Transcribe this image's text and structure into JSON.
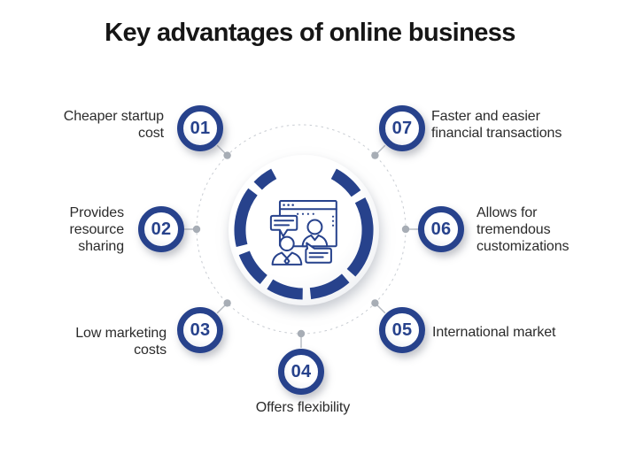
{
  "title": "Key advantages of online business",
  "items": [
    {
      "number": "01",
      "label": "Cheaper startup cost"
    },
    {
      "number": "02",
      "label": "Provides resource sharing"
    },
    {
      "number": "03",
      "label": "Low marketing costs"
    },
    {
      "number": "04",
      "label": "Offers flexibility"
    },
    {
      "number": "05",
      "label": "International market"
    },
    {
      "number": "06",
      "label": "Allows for tremendous customizations"
    },
    {
      "number": "07",
      "label": "Faster and easier financial transactions"
    }
  ],
  "center": {
    "icon": "online-video-chat-icon"
  },
  "colors": {
    "navy": "#27428C",
    "label_text": "#2B2B2B",
    "title_text": "#161616",
    "dashed_ring": "#C8CCD2",
    "connector_line": "#B4B9C0",
    "connector_dot": "#A7ADB5",
    "background": "#FFFFFF"
  }
}
